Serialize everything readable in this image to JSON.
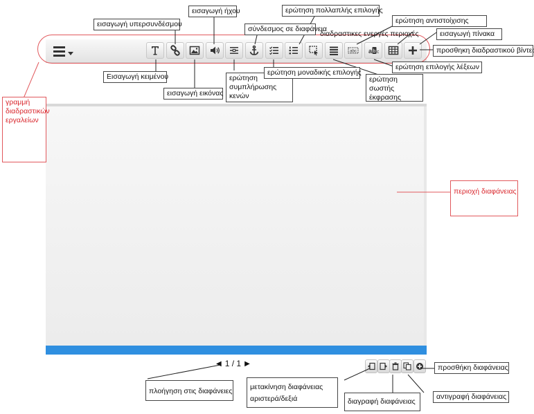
{
  "toolbar": {
    "menu_icon": "hamburger-dropdown-icon",
    "tools": [
      {
        "icon": "text-icon"
      },
      {
        "icon": "link-icon"
      },
      {
        "icon": "image-icon"
      },
      {
        "icon": "audio-icon"
      },
      {
        "icon": "fill-blanks-icon"
      },
      {
        "icon": "anchor-icon"
      },
      {
        "icon": "checklist-icon"
      },
      {
        "icon": "numbered-list-icon"
      },
      {
        "icon": "hotspot-icon"
      },
      {
        "icon": "list-icon"
      },
      {
        "icon": "word-select-icon"
      },
      {
        "icon": "abc-icon"
      },
      {
        "icon": "table-icon"
      },
      {
        "icon": "plus-icon"
      }
    ]
  },
  "pager": {
    "text": "1 / 1"
  },
  "slide_controls": [
    {
      "icon": "move-left-icon"
    },
    {
      "icon": "move-right-icon"
    },
    {
      "icon": "trash-icon"
    },
    {
      "icon": "copy-icon"
    },
    {
      "icon": "add-circle-icon"
    }
  ],
  "labels": {
    "multiple_choice": "ερώτηση πολλαπλής επιλογής",
    "hyperlink": "εισαγωγή υπερσυνδέσμου",
    "audio": "εισαγωγή ήχου",
    "matching": "ερώτηση αντιστοίχισης",
    "slide_link": "σύνδεσμος σε διαφάνεια",
    "hotspots": "διαδραστικες ενεργές περιοχές",
    "table": "εισαγωγή πίνακα",
    "video": "προσθηκη διαδραστικού βίντεο",
    "text": "Εισαγωγή κειμένου",
    "image": "εισαγωγή εικόνας",
    "fill_blanks": "ερώτηση συμπλήρωσης κενών",
    "single_choice": "ερώτηση μοναδικής επιλογής",
    "correct_expression": "ερώτηση σωστής έκφρασης",
    "word_select": "ερώτηση επιλογής λέξεων",
    "toolbar_line": "γραμμή διαδραστικών εργαλείων",
    "slide_area": "περιοχή διαφάνειας",
    "navigate": "πλοήγηση στις διαφάνειες",
    "move_slide": "μετακίνηση διαφάνειας αριστερά/δεξιά",
    "delete_slide": "διαγραφή διαφάνειας",
    "add_slide": "προσθήκη διαφάνειας",
    "copy_slide": "αντιγραφή διαφάνειας"
  },
  "colors": {
    "accent_blue": "#2f8fe0",
    "annotation_red": "#e1585c"
  }
}
